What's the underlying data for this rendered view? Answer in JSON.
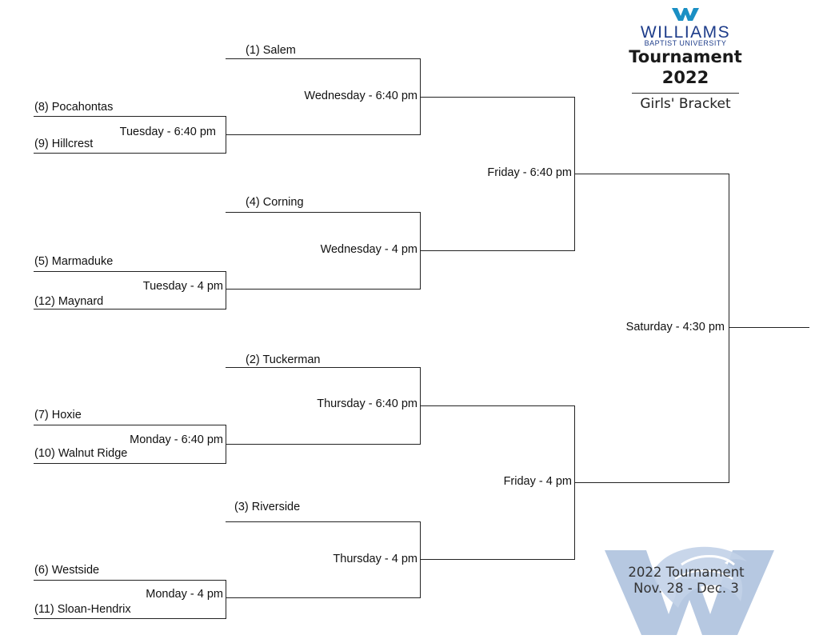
{
  "header": {
    "logo_name": "WILLIAMS",
    "logo_sub": "BAPTIST UNIVERSITY",
    "title_line1": "Tournament",
    "title_line2": "2022",
    "subtitle": "Girls' Bracket"
  },
  "watermark": {
    "line1": "2022 Tournament",
    "line2": "Nov. 28 - Dec. 3"
  },
  "teams": {
    "salem": "(1) Salem",
    "pocahontas": "(8) Pocahontas",
    "hillcrest": "(9) Hillcrest",
    "corning": "(4) Corning",
    "marmaduke": "(5) Marmaduke",
    "maynard": "(12) Maynard",
    "tuckerman": "(2) Tuckerman",
    "hoxie": "(7) Hoxie",
    "walnut_ridge": "(10) Walnut Ridge",
    "riverside": "(3) Riverside",
    "westside": "(6) Westside",
    "sloan_hendrix": "(11) Sloan-Hendrix"
  },
  "games": {
    "r1_tue_640": "Tuesday - 6:40 pm",
    "r1_tue_4": "Tuesday - 4 pm",
    "r1_mon_640": "Monday - 6:40 pm",
    "r1_mon_4": "Monday - 4 pm",
    "qf_wed_640": "Wednesday - 6:40 pm",
    "qf_wed_4": "Wednesday - 4 pm",
    "qf_thu_640": "Thursday - 6:40 pm",
    "qf_thu_4": "Thursday - 4 pm",
    "sf_fri_640": "Friday - 6:40 pm",
    "sf_fri_4": "Friday - 4 pm",
    "final_sat": "Saturday - 4:30 pm"
  },
  "colors": {
    "brand_blue": "#1d3c8a",
    "logo_teal": "#1a8fc4",
    "watermark_blue": "#a9bedc"
  }
}
